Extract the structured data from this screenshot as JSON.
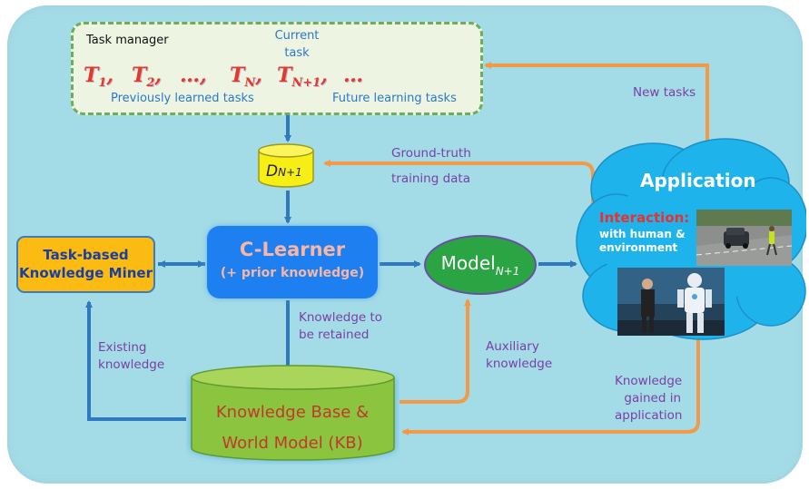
{
  "task_manager": {
    "title": "Task manager",
    "current_task": [
      "Current",
      "task"
    ],
    "tasks": [
      {
        "name": "T",
        "sub": "1",
        "sep": ","
      },
      {
        "name": "T",
        "sub": "2",
        "sep": ","
      },
      {
        "name": "…",
        "sub": "",
        "sep": ","
      },
      {
        "name": "T",
        "sub": "N",
        "sep": ","
      },
      {
        "name": "T",
        "sub": "N+1",
        "sep": ","
      },
      {
        "name": "…",
        "sub": "",
        "sep": ""
      }
    ],
    "previous_label": "Previously learned tasks",
    "future_label": "Future learning tasks"
  },
  "data_node": {
    "label": "D",
    "sub": "N+1"
  },
  "c_learner": {
    "title": "C-Learner",
    "subtitle": "(+ prior knowledge)"
  },
  "miner": {
    "lines": [
      "Task-based",
      "Knowledge Miner"
    ]
  },
  "model": {
    "label": "Model",
    "sub": "N+1"
  },
  "kb": {
    "lines": [
      "Knowledge Base &",
      "World Model (KB)"
    ]
  },
  "application": {
    "title": "Application",
    "interaction": "Interaction:",
    "interaction_detail": [
      "with human &",
      "environment"
    ]
  },
  "edge_labels": {
    "new_tasks": "New tasks",
    "ground_truth": [
      "Ground-truth",
      "training data"
    ],
    "knowledge_retained": [
      "Knowledge to",
      "be retained"
    ],
    "existing_knowledge": [
      "Existing",
      "knowledge"
    ],
    "auxiliary_knowledge": [
      "Auxiliary",
      "knowledge"
    ],
    "knowledge_gained": [
      "Knowledge",
      "gained in",
      "application"
    ]
  },
  "colors": {
    "background": "#a3dbe6",
    "blue_arrow": "#2f79bf",
    "orange_arrow": "#f29a48",
    "label_purple": "#7b3fa6",
    "task_red": "#e23a2a"
  }
}
